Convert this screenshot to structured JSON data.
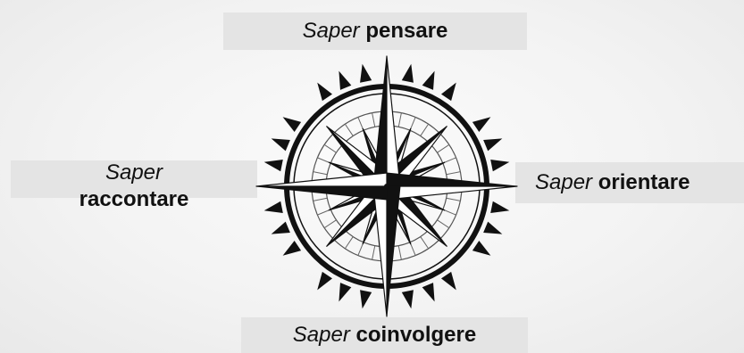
{
  "labels": {
    "top": {
      "prefix": "Saper",
      "word": "pensare"
    },
    "left": {
      "prefix": "Saper",
      "word": "raccontare"
    },
    "right": {
      "prefix": "Saper",
      "word": "orientare"
    },
    "bottom": {
      "prefix": "Saper",
      "word": "coinvolgere"
    }
  },
  "compass": {
    "icon": "compass-rose-icon",
    "colors": {
      "ink": "#111111",
      "fill": "#ffffff"
    }
  }
}
